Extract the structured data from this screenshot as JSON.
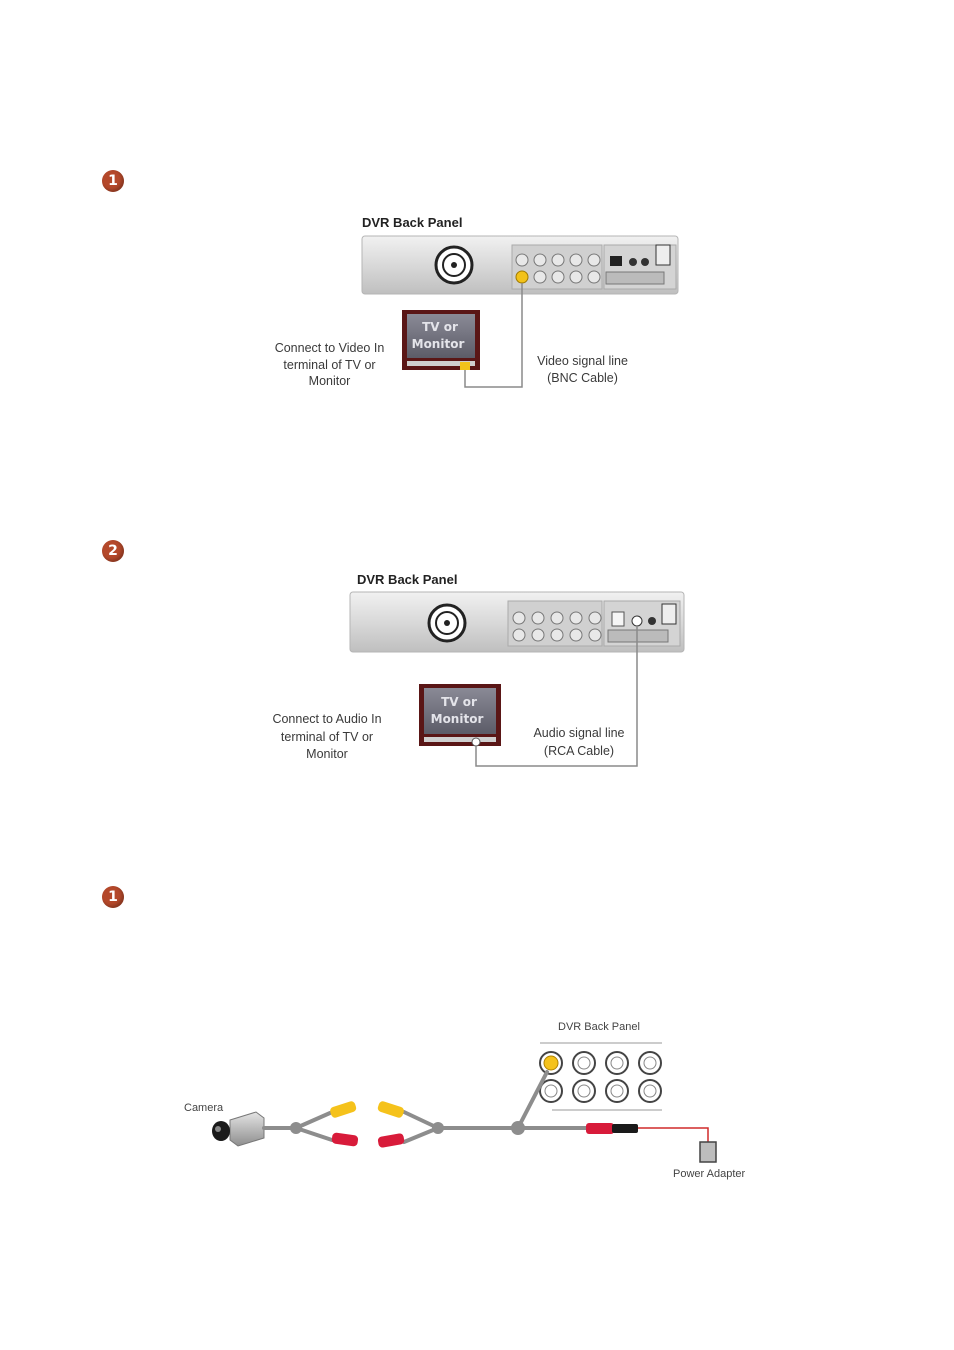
{
  "section1": {
    "badge": "1",
    "panel_title": "DVR Back Panel",
    "tv_label": [
      "TV or",
      "Monitor"
    ],
    "left_caption": [
      "Connect to Video In",
      "terminal of TV or",
      "Monitor"
    ],
    "right_caption": [
      "Video signal line",
      "(BNC Cable)"
    ]
  },
  "section2": {
    "badge": "2",
    "panel_title": "DVR Back Panel",
    "tv_label": [
      "TV or",
      "Monitor"
    ],
    "left_caption": [
      "Connect to Audio In",
      "terminal of TV or",
      "Monitor"
    ],
    "right_caption": [
      "Audio signal line",
      "(RCA Cable)"
    ]
  },
  "section3": {
    "badge": "1",
    "panel_title": "DVR Back Panel",
    "camera_label": "Camera",
    "power_label": "Power Adapter"
  },
  "colors": {
    "badge": "#b4482a",
    "tv_frame": "#5a1616",
    "video_connector": "#f2c21a",
    "yellow_plug": "#f5c21b",
    "red_plug": "#d81b3a",
    "power_wire": "#d02a2a"
  }
}
